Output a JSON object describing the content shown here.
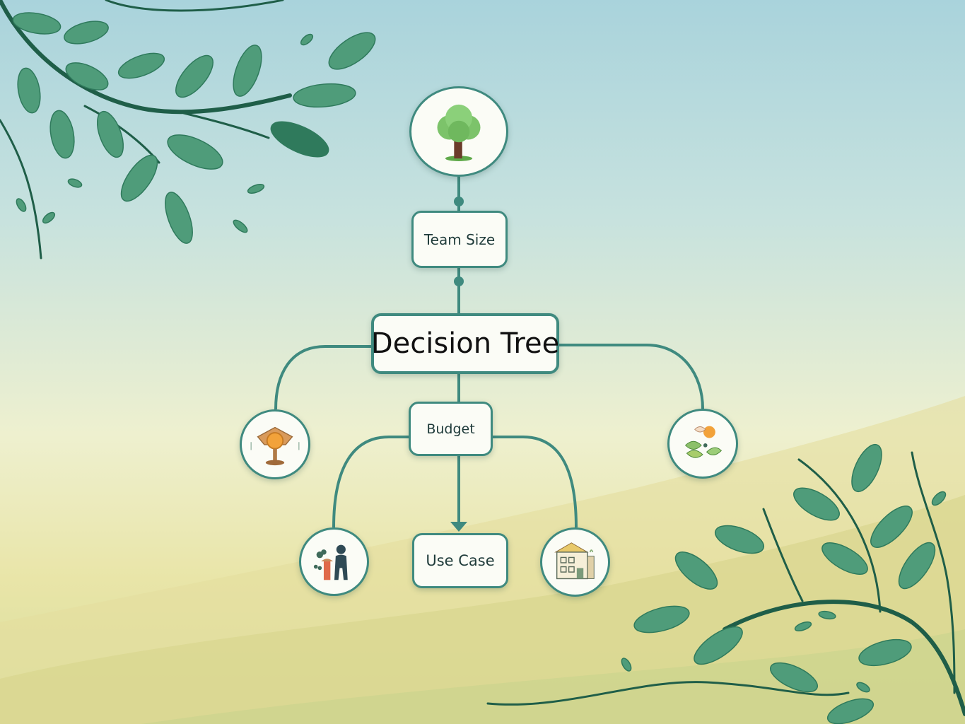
{
  "diagram": {
    "title": "Decision Tree",
    "nodes": {
      "team_size": "Team Size",
      "decision_tree": "Decision Tree",
      "budget": "Budget",
      "use_case": "Use Case"
    },
    "icons": {
      "root": "tree-icon",
      "left": "lamp-icon",
      "right": "fruit-leaves-icon",
      "lower_left": "people-plant-icon",
      "lower_right": "building-icon"
    },
    "colors": {
      "connector": "#3f8a7f",
      "leaf": "#4f9c7a",
      "leaf_dark": "#2f7a5c",
      "branch": "#1f5e48"
    }
  }
}
